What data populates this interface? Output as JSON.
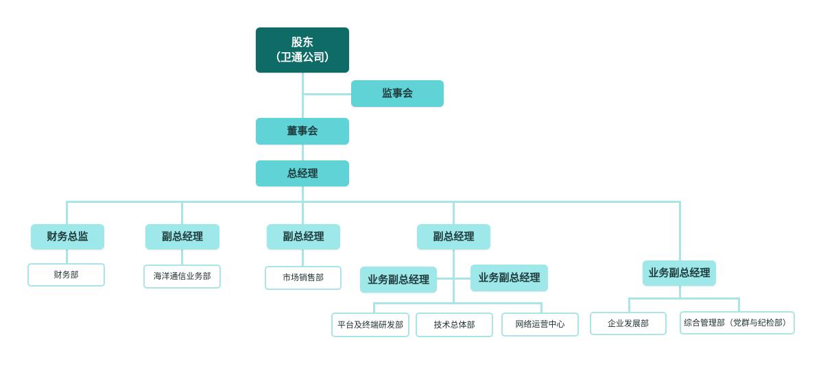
{
  "org": {
    "shareholder": {
      "line1": "股东",
      "line2": "（卫通公司）"
    },
    "supervisory_board": "监事会",
    "board": "董事会",
    "general_manager": "总经理",
    "cfo": "财务总监",
    "finance_dept": "财务部",
    "vgm_1": "副总经理",
    "marine_comm_dept": "海洋通信业务部",
    "vgm_2": "副总经理",
    "marketing_dept": "市场销售部",
    "vgm_3": "副总经理",
    "biz_vgm_left": "业务副总经理",
    "biz_vgm_right": "业务副总经理",
    "platform_dept": "平台及终端研发部",
    "tech_dept": "技术总体部",
    "network_center": "网络运营中心",
    "biz_vgm_4": "业务副总经理",
    "enterprise_dev_dept": "企业发展部",
    "general_mgmt_dept": "综合管理部（党群与纪检部）"
  },
  "colors": {
    "dark": "#0f6b66",
    "main": "#5fd3d6",
    "light": "#9ee8ea",
    "connector": "#a9e4e6"
  }
}
